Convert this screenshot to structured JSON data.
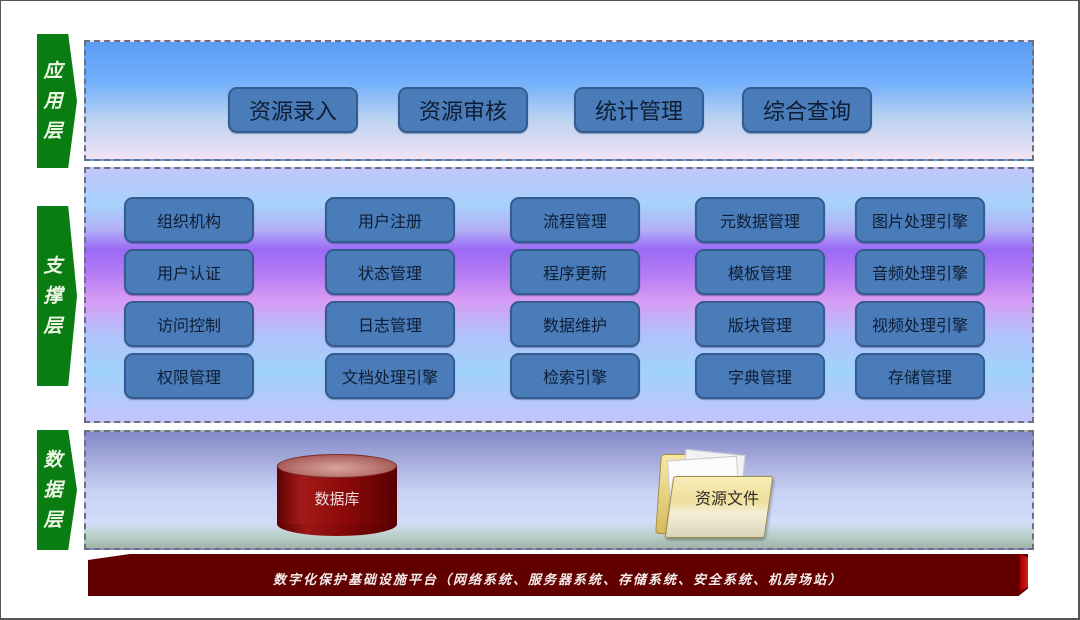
{
  "layers": {
    "application": {
      "tag_chars": [
        "应",
        "用",
        "层"
      ],
      "tag_label": "应用层",
      "modules": [
        "资源录入",
        "资源审核",
        "统计管理",
        "综合查询"
      ]
    },
    "support": {
      "tag_chars": [
        "支",
        "撑",
        "层"
      ],
      "tag_label": "支撑层",
      "columns": [
        [
          "组织机构",
          "用户认证",
          "访问控制",
          "权限管理"
        ],
        [
          "用户注册",
          "状态管理",
          "日志管理",
          "文档处理引擎"
        ],
        [
          "流程管理",
          "程序更新",
          "数据维护",
          "检索引擎"
        ],
        [
          "元数据管理",
          "模板管理",
          "版块管理",
          "字典管理"
        ],
        [
          "图片处理引擎",
          "音频处理引擎",
          "视频处理引擎",
          "存储管理"
        ]
      ]
    },
    "data": {
      "tag_chars": [
        "数",
        "据",
        "层"
      ],
      "tag_label": "数据层",
      "database_label": "数据库",
      "files_label": "资源文件"
    }
  },
  "infrastructure": {
    "label": "数字化保护基础设施平台（网络系统、服务器系统、存储系统、安全系统、机房场站）"
  },
  "colors": {
    "tag_green": "#0a7d12",
    "module_blue": "#4a7cba",
    "infra_red": "#620000",
    "db_red": "#8d0a0a"
  }
}
